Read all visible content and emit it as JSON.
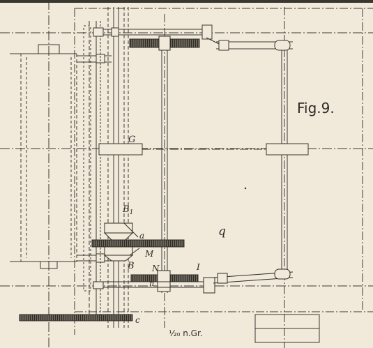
{
  "figure": {
    "title": "Fig.9.",
    "scale_note": "¹⁄₂₀ n.Gr."
  },
  "labels": {
    "G": "G",
    "B1": "B",
    "B1_sub": "1",
    "a": "a",
    "M": "M",
    "B": "B",
    "N": "N",
    "I": "I",
    "n": "n",
    "c": "c",
    "q": "q"
  },
  "colors": {
    "paper": "#f1eadb",
    "ink": "#3a3630",
    "gear": "#5a554c"
  }
}
